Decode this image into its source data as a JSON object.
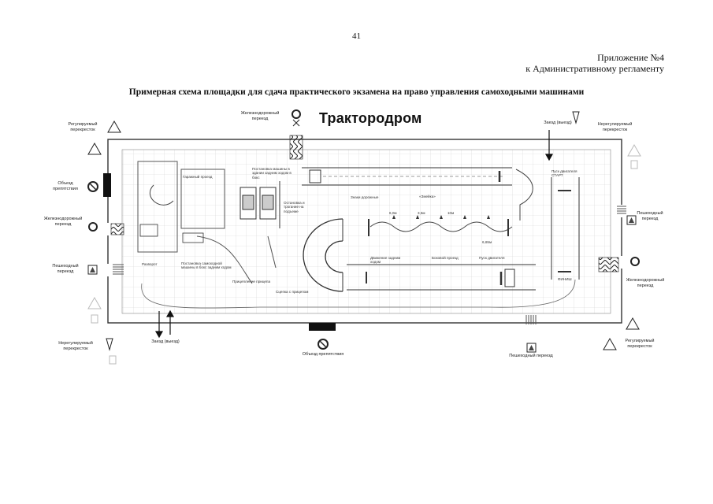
{
  "page_number": "41",
  "header": {
    "appendix_line1": "Приложение №4",
    "appendix_line2": "к Административному регламенту"
  },
  "document_title": "Примерная схема площадки для сдача практического экзамена на право управления самоходными машинами",
  "diagram": {
    "name": "Трактородром",
    "outside_labels": {
      "unregulated_crossing": "Нерегулируемый перекресток",
      "regulated_crossing": "Регулируемый перекресток",
      "railway_crossing": "Железнодорожный переезд",
      "obstacle_detour": "Объезд препятствия",
      "pedestrian_crossing": "Пешеходный переезд",
      "entry_exit": "Заезд (выезд)"
    },
    "inside_labels": {
      "reverse_parking": "Постановка машины в здании задним ходом в бокс",
      "stop_in_box": "Остановка и трогание на подъеме",
      "sign_stop": "Знаки дорожные",
      "snake": "«Змейка»",
      "start": "Пуск двигателя СТАРТ",
      "garage": "Гаражный проезд",
      "start_finish": "Пуск двигателя",
      "coupling": "Сцепка с прицепом",
      "turn": "Разворот",
      "parking_box": "Постановка самоходной машины в бокс задним ходом",
      "reverse_lane": "Движение задним ходом",
      "trailer": "Прицепление прицепа",
      "distance_6_5": "6,65м",
      "distance_6_0": "6,0м",
      "distance_3_5": "3,5м",
      "distance_10": "10м",
      "finish": "ФИНИШ",
      "side_lane": "Боковой проезд"
    }
  }
}
